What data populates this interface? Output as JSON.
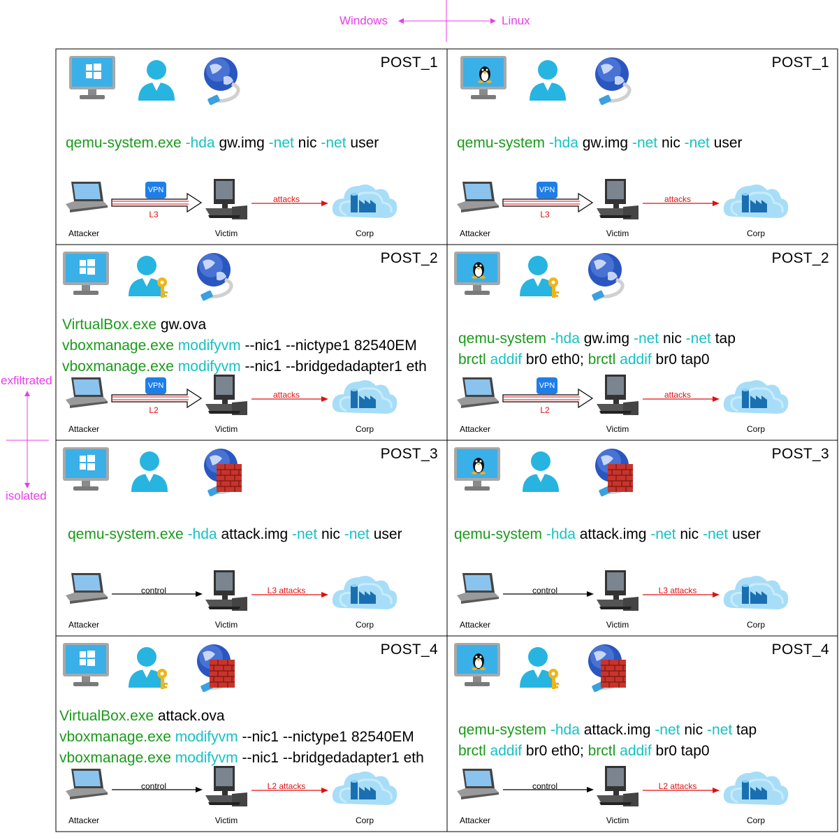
{
  "header": {
    "left_os": "Windows",
    "right_os": "Linux",
    "top_label": "exfiltrated",
    "bottom_label": "isolated"
  },
  "node_labels": {
    "attacker": "Attacker",
    "victim": "Victim",
    "corp": "Corp",
    "vpn": "VPN"
  },
  "cells": [
    {
      "post": "POST_1",
      "os": "windows",
      "key": false,
      "firewall": false,
      "cmd_lines": [
        [
          [
            "g",
            "qemu-system.exe "
          ],
          [
            "c",
            "-hda "
          ],
          [
            "k",
            "gw.img "
          ],
          [
            "c",
            "-net "
          ],
          [
            "k",
            "nic "
          ],
          [
            "c",
            "-net "
          ],
          [
            "k",
            "user"
          ]
        ]
      ],
      "link": "L3",
      "vpn": true,
      "attack": "attacks"
    },
    {
      "post": "POST_1",
      "os": "linux",
      "key": false,
      "firewall": false,
      "cmd_lines": [
        [
          [
            "g",
            "qemu-system "
          ],
          [
            "c",
            "-hda "
          ],
          [
            "k",
            "gw.img "
          ],
          [
            "c",
            "-net "
          ],
          [
            "k",
            "nic "
          ],
          [
            "c",
            "-net "
          ],
          [
            "k",
            "user"
          ]
        ]
      ],
      "link": "L3",
      "vpn": true,
      "attack": "attacks"
    },
    {
      "post": "POST_2",
      "os": "windows",
      "key": true,
      "firewall": false,
      "cmd_lines": [
        [
          [
            "g",
            "VirtualBox.exe "
          ],
          [
            "k",
            "gw.ova"
          ]
        ],
        [
          [
            "g",
            "vboxmanage.exe "
          ],
          [
            "c",
            "modifyvm "
          ],
          [
            "k",
            "--nic1 --nictype1 82540EM"
          ]
        ],
        [
          [
            "g",
            "vboxmanage.exe "
          ],
          [
            "c",
            "modifyvm "
          ],
          [
            "k",
            "--nic1 --bridgedadapter1 eth"
          ]
        ]
      ],
      "link": "L2",
      "vpn": true,
      "attack": "attacks"
    },
    {
      "post": "POST_2",
      "os": "linux",
      "key": true,
      "firewall": false,
      "cmd_lines": [
        [
          [
            "g",
            "qemu-system "
          ],
          [
            "c",
            "-hda "
          ],
          [
            "k",
            "gw.img "
          ],
          [
            "c",
            "-net "
          ],
          [
            "k",
            "nic "
          ],
          [
            "c",
            "-net "
          ],
          [
            "k",
            "tap"
          ]
        ],
        [
          [
            "g",
            "brctl "
          ],
          [
            "c",
            "addif "
          ],
          [
            "k",
            "br0 eth0; "
          ],
          [
            "g",
            "brctl "
          ],
          [
            "c",
            "addif "
          ],
          [
            "k",
            "br0 tap0"
          ]
        ]
      ],
      "link": "L2",
      "vpn": true,
      "attack": "attacks"
    },
    {
      "post": "POST_3",
      "os": "windows",
      "key": false,
      "firewall": true,
      "cmd_lines": [
        [
          [
            "g",
            "qemu-system.exe "
          ],
          [
            "c",
            "-hda "
          ],
          [
            "k",
            "attack.img "
          ],
          [
            "c",
            "-net "
          ],
          [
            "k",
            "nic "
          ],
          [
            "c",
            "-net "
          ],
          [
            "k",
            "user"
          ]
        ]
      ],
      "link": "control",
      "vpn": false,
      "attack": "L3 attacks"
    },
    {
      "post": "POST_3",
      "os": "linux",
      "key": false,
      "firewall": true,
      "cmd_lines": [
        [
          [
            "g",
            "qemu-system "
          ],
          [
            "c",
            "-hda "
          ],
          [
            "k",
            "attack.img "
          ],
          [
            "c",
            "-net "
          ],
          [
            "k",
            "nic "
          ],
          [
            "c",
            "-net "
          ],
          [
            "k",
            "user"
          ]
        ]
      ],
      "link": "control",
      "vpn": false,
      "attack": "L3 attacks"
    },
    {
      "post": "POST_4",
      "os": "windows",
      "key": true,
      "firewall": true,
      "cmd_lines": [
        [
          [
            "g",
            "VirtualBox.exe "
          ],
          [
            "k",
            "attack.ova"
          ]
        ],
        [
          [
            "g",
            "vboxmanage.exe "
          ],
          [
            "c",
            "modifyvm "
          ],
          [
            "k",
            "--nic1 --nictype1 82540EM"
          ]
        ],
        [
          [
            "g",
            "vboxmanage.exe "
          ],
          [
            "c",
            "modifyvm "
          ],
          [
            "k",
            "--nic1 --bridgedadapter1 eth"
          ]
        ]
      ],
      "link": "control",
      "vpn": false,
      "attack": "L2 attacks"
    },
    {
      "post": "POST_4",
      "os": "linux",
      "key": true,
      "firewall": true,
      "cmd_lines": [
        [
          [
            "g",
            "qemu-system "
          ],
          [
            "c",
            "-hda "
          ],
          [
            "k",
            "attack.img "
          ],
          [
            "c",
            "-net "
          ],
          [
            "k",
            "nic "
          ],
          [
            "c",
            "-net "
          ],
          [
            "k",
            "tap"
          ]
        ],
        [
          [
            "g",
            "brctl "
          ],
          [
            "c",
            "addif "
          ],
          [
            "k",
            "br0 eth0; "
          ],
          [
            "g",
            "brctl "
          ],
          [
            "c",
            "addif "
          ],
          [
            "k",
            "br0 tap0"
          ]
        ]
      ],
      "link": "control",
      "vpn": false,
      "attack": "L2 attacks"
    }
  ]
}
